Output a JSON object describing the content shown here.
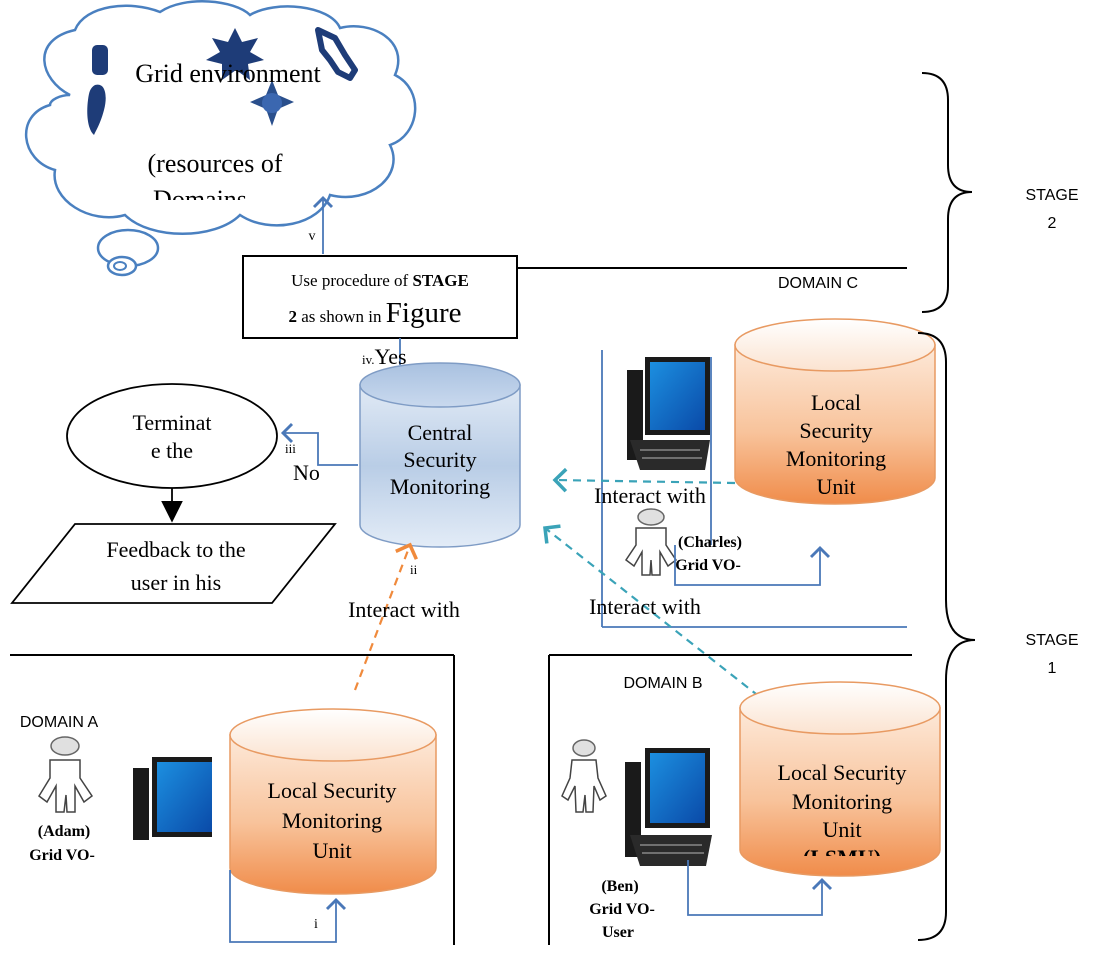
{
  "cloud": {
    "title": "Grid environment",
    "subtitle": "(resources of",
    "subtitle_cut": "Domains"
  },
  "stage2_box": {
    "line1_prefix": "Use procedure of ",
    "line1_bold": "STAGE",
    "line2_bold": "2",
    "line2_mid": " as shown in ",
    "line2_big": "Figure"
  },
  "steps": {
    "i": "i",
    "ii": "ii",
    "iii": "iii",
    "iv": "iv.",
    "v": "v"
  },
  "answers": {
    "yes": "Yes",
    "no": "No"
  },
  "central": {
    "line1": "Central",
    "line2": "Security",
    "line3": "Monitoring"
  },
  "terminate": {
    "line1": "Terminat",
    "line2": "e the"
  },
  "feedback": {
    "line1": "Feedback to the",
    "line2": "user in his"
  },
  "interact": {
    "a": "Interact with",
    "b": "Interact with",
    "c": "Interact with"
  },
  "domains": {
    "a": {
      "label": "DOMAIN A",
      "user_line1": "(Adam)",
      "user_line2": "Grid VO-",
      "lsmu": [
        "Local Security",
        "Monitoring",
        "Unit"
      ]
    },
    "b": {
      "label": "DOMAIN B",
      "user_line1": "(Ben)",
      "user_line2": "Grid VO-",
      "user_line3": "User",
      "lsmu": [
        "Local Security",
        "Monitoring",
        "Unit",
        "(LSMU)"
      ]
    },
    "c": {
      "label": "DOMAIN C",
      "user_line1": "(Charles)",
      "user_line2": "Grid VO-",
      "lsmu": [
        "Local",
        "Security",
        "Monitoring",
        "Unit"
      ]
    }
  },
  "stages": {
    "stage2": {
      "word": "STAGE",
      "num": "2"
    },
    "stage1": {
      "word": "STAGE",
      "num": "1"
    }
  },
  "colors": {
    "line_blue": "#4a78b8",
    "dash_teal": "#3aa3b8",
    "dash_orange": "#f08a3c",
    "cloud_stroke": "#4a80c0",
    "icon_navy": "#1e3c78",
    "cyl_orange_top": "#fde6d4",
    "cyl_orange_bottom": "#f39c5f",
    "cyl_blue_top": "#d4e2f2",
    "cyl_blue_bottom": "#8fb0d8"
  }
}
